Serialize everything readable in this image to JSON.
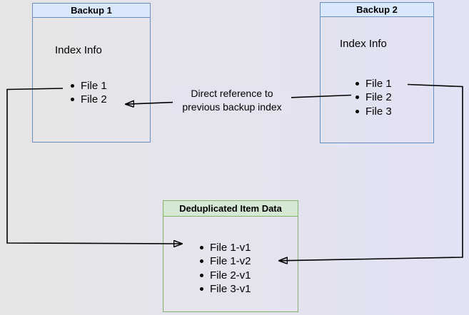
{
  "diagram": {
    "backup1": {
      "title": "Backup 1",
      "subtitle": "Index Info",
      "files": [
        "File 1",
        "File 2"
      ]
    },
    "backup2": {
      "title": "Backup 2",
      "subtitle": "Index Info",
      "files": [
        "File 1",
        "File 2",
        "File 3"
      ]
    },
    "dedup": {
      "title": "Deduplicated Item Data",
      "files": [
        "File 1-v1",
        "File 1-v2",
        "File 2-v1",
        "File 3-v1"
      ]
    },
    "edge_label": {
      "line1": "Direct reference to",
      "line2": "previous backup index"
    },
    "colors": {
      "blue_border": "#6c8ebf",
      "blue_fill": "#dae8fc",
      "green_border": "#82b366",
      "green_fill": "#d5e8d4",
      "arrow": "#000000",
      "background_left": "#e7e5e3",
      "background_right": "#e1e2f4"
    }
  }
}
